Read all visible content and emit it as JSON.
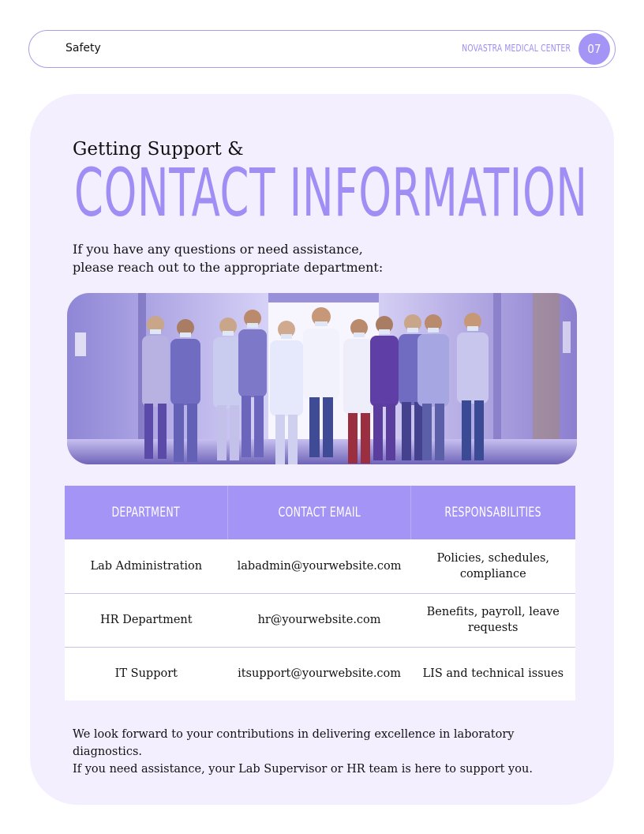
{
  "header": {
    "section": "Safety",
    "company": "NOVASTRA MEDICAL CENTER",
    "page_number": "07"
  },
  "hero": {
    "eyebrow": "Getting Support &",
    "title": "CONTACT INFORMATION",
    "intro_line1": "If you have any questions or need assistance,",
    "intro_line2": "please reach out to the appropriate department:"
  },
  "table": {
    "headers": [
      "DEPARTMENT",
      "CONTACT EMAIL",
      "RESPONSABILITIES"
    ],
    "rows": [
      [
        "Lab Administration",
        "labadmin@yourwebsite.com",
        "Policies, schedules, compliance"
      ],
      [
        "HR Department",
        "hr@yourwebsite.com",
        "Benefits, payroll, leave requests"
      ],
      [
        "IT Support",
        "itsupport@yourwebsite.com",
        "LIS and technical issues"
      ]
    ]
  },
  "closing": {
    "line1": "We look forward to your contributions in delivering excellence in laboratory diagnostics.",
    "line2": "If you need assistance, your Lab Supervisor or HR team is here to support you."
  },
  "colors": {
    "accent": "#a394f5",
    "title": "#a08ef4",
    "panel": "#f3efff"
  }
}
